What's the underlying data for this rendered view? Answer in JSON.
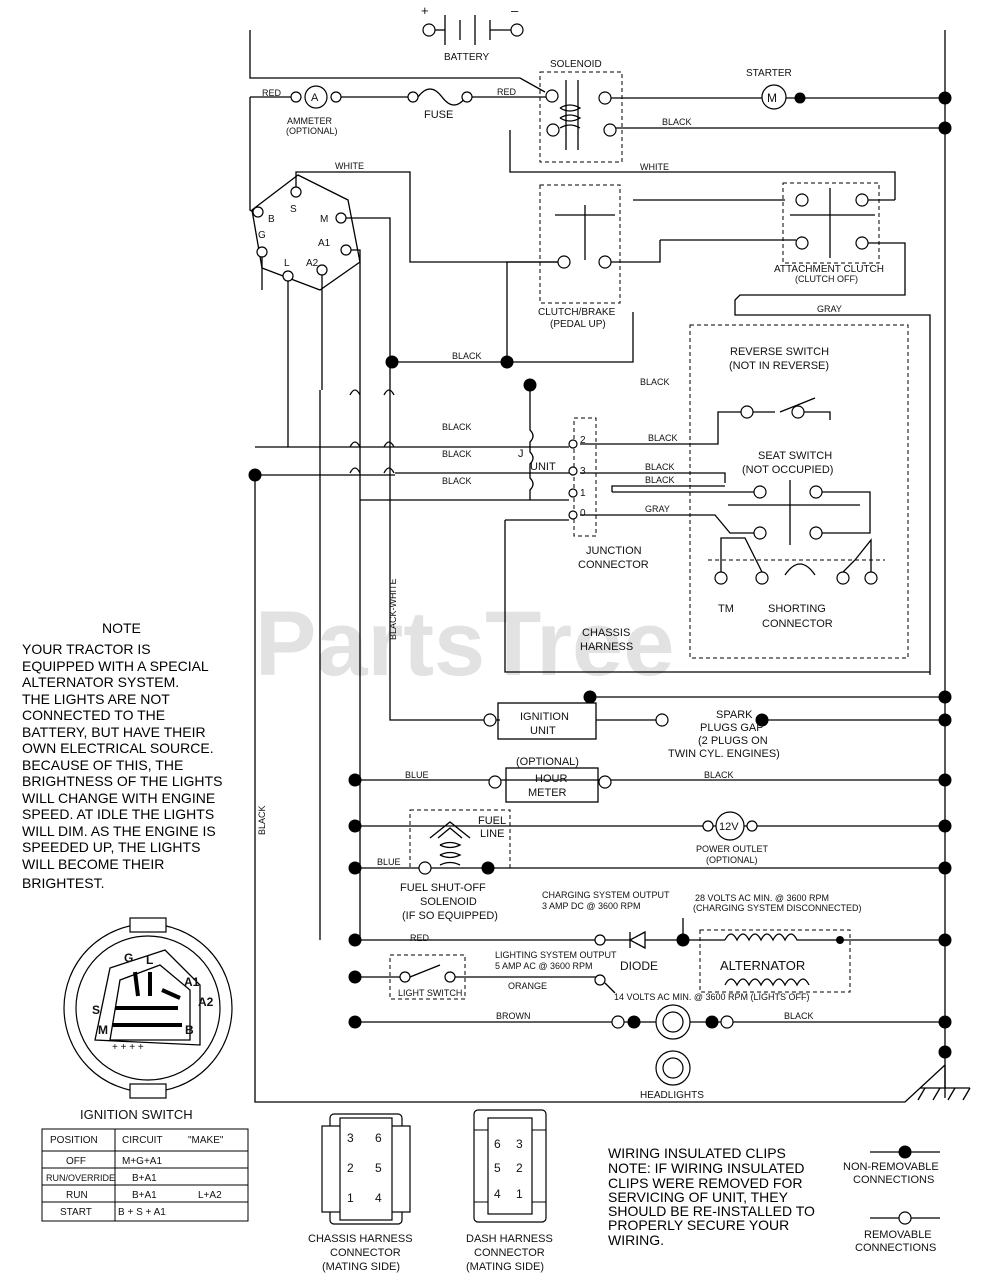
{
  "watermark": "PartsTree",
  "watermark_tm": "TM",
  "components": {
    "battery": "BATTERY",
    "battery_plus": "+",
    "battery_minus": "–",
    "solenoid": "SOLENOID",
    "starter": "STARTER",
    "starter_symbol": "M",
    "ammeter_symbol": "A",
    "ammeter": "AMMETER",
    "ammeter_sub": "(OPTIONAL)",
    "fuse": "FUSE",
    "clutch_brake": "CLUTCH/BRAKE",
    "clutch_brake_sub": "(PEDAL UP)",
    "attachment_clutch": "ATTACHMENT CLUTCH",
    "attachment_clutch_sub": "(CLUTCH OFF)",
    "reverse_switch": "REVERSE SWITCH",
    "reverse_switch_sub": "(NOT IN REVERSE)",
    "seat_switch": "SEAT SWITCH",
    "seat_switch_sub": "(NOT OCCUPIED)",
    "junction_connector_1": "JUNCTION",
    "junction_connector_2": "CONNECTOR",
    "junction_unit_1": "J",
    "junction_unit_2": "UNIT",
    "shorting_connector_1": "SHORTING",
    "shorting_connector_2": "CONNECTOR",
    "chassis_harness_1": "CHASSIS",
    "chassis_harness_2": "HARNESS",
    "ignition_unit_1": "IGNITION",
    "ignition_unit_2": "UNIT",
    "spark_1": "SPARK",
    "spark_2": "PLUGS GAP",
    "spark_3": "(2 PLUGS ON",
    "spark_4": "TWIN CYL. ENGINES)",
    "optional": "(OPTIONAL)",
    "hour_meter_1": "HOUR",
    "hour_meter_2": "METER",
    "fuel_line_1": "FUEL",
    "fuel_line_2": "LINE",
    "power_outlet_symbol": "12V",
    "power_outlet": "POWER OUTLET",
    "power_outlet_sub": "(OPTIONAL)",
    "fuel_shutoff_1": "FUEL SHUT-OFF",
    "fuel_shutoff_2": "SOLENOID",
    "fuel_shutoff_3": "(IF SO EQUIPPED)",
    "charging_output_1": "CHARGING SYSTEM OUTPUT",
    "charging_output_2": "3 AMP DC @ 3600 RPM",
    "volts_dc_1": "28 VOLTS AC MIN. @ 3600 RPM",
    "volts_dc_2": "(CHARGING SYSTEM DISCONNECTED)",
    "diode": "DIODE",
    "alternator": "ALTERNATOR",
    "lighting_output_1": "LIGHTING SYSTEM OUTPUT",
    "lighting_output_2": "5 AMP AC @ 3600 RPM",
    "volts_ac_lights": "14 VOLTS AC MIN. @ 3600 RPM (LIGHTS OFF)",
    "light_switch": "LIGHT SWITCH",
    "headlights": "HEADLIGHTS",
    "ign_terminals": [
      "B",
      "S",
      "M",
      "A1",
      "A2",
      "L",
      "G"
    ],
    "junction_pins": [
      "2",
      "3",
      "1",
      "0"
    ]
  },
  "wires": {
    "red": "RED",
    "red2": "RED",
    "white": "WHITE",
    "black": "BLACK",
    "gray": "GRAY",
    "blue": "BLUE",
    "orange": "ORANGE",
    "brown": "BROWN",
    "black_white": "BLACK-WHITE"
  },
  "note": {
    "heading": "NOTE",
    "lines": [
      "YOUR TRACTOR IS",
      "EQUIPPED WITH A SPECIAL",
      "ALTERNATOR SYSTEM.",
      "THE LIGHTS ARE NOT",
      "CONNECTED TO THE",
      "BATTERY, BUT HAVE THEIR",
      "OWN ELECTRICAL SOURCE.",
      "BECAUSE OF THIS, THE",
      "BRIGHTNESS OF THE LIGHTS",
      "WILL CHANGE WITH ENGINE",
      "SPEED.  AT IDLE THE LIGHTS",
      "WILL DIM.  AS THE ENGINE IS",
      "SPEEDED UP, THE LIGHTS",
      "WILL BECOME THEIR",
      "BRIGHTEST."
    ]
  },
  "ignition_switch": {
    "title": "IGNITION SWITCH",
    "terminals": [
      "G",
      "L",
      "A1",
      "A2",
      "B",
      "M",
      "S"
    ],
    "table_headers": [
      "POSITION",
      "CIRCUIT",
      "\"MAKE\""
    ],
    "table_rows": [
      [
        "OFF",
        "M+G+A1",
        ""
      ],
      [
        "RUN/OVERRIDE",
        "B+A1",
        ""
      ],
      [
        "RUN",
        "B+A1",
        "L+A2"
      ],
      [
        "START",
        "B + S + A1",
        ""
      ]
    ]
  },
  "connectors": {
    "chassis_title_1": "CHASSIS HARNESS",
    "chassis_title_2": "CONNECTOR",
    "chassis_title_3": "(MATING SIDE)",
    "dash_title_1": "DASH HARNESS",
    "dash_title_2": "CONNECTOR",
    "dash_title_3": "(MATING SIDE)",
    "chassis_pins": [
      "3",
      "6",
      "2",
      "5",
      "1",
      "4"
    ],
    "dash_pins": [
      "6",
      "3",
      "5",
      "2",
      "4",
      "1"
    ]
  },
  "clips_note": {
    "lines": [
      "WIRING INSULATED CLIPS",
      "NOTE: IF WIRING INSULATED",
      "CLIPS WERE REMOVED FOR",
      "SERVICING OF UNIT, THEY",
      "SHOULD BE RE-INSTALLED TO",
      "PROPERLY SECURE YOUR",
      "WIRING."
    ]
  },
  "legend": {
    "non_removable_1": "NON-REMOVABLE",
    "non_removable_2": "CONNECTIONS",
    "removable_1": "REMOVABLE",
    "removable_2": "CONNECTIONS"
  }
}
